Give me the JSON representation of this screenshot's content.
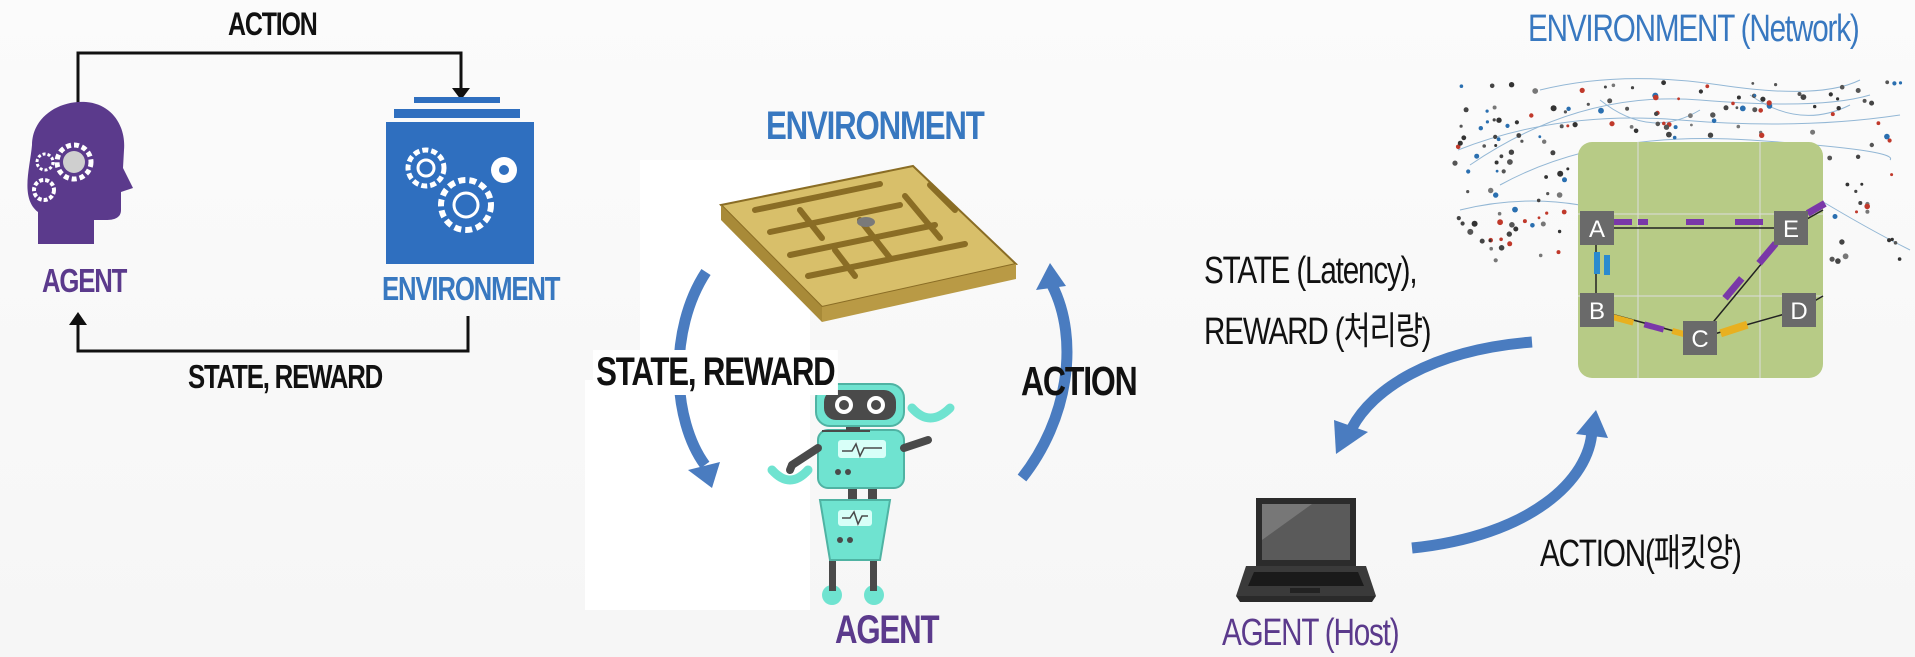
{
  "panel1": {
    "action_label": "ACTION",
    "state_reward_label": "STATE, REWARD",
    "agent_label": "AGENT",
    "environment_label": "ENVIRONMENT"
  },
  "panel2": {
    "environment_label": "ENVIRONMENT",
    "state_reward_label": "STATE, REWARD",
    "action_label": "ACTION",
    "agent_label": "AGENT"
  },
  "panel3": {
    "environment_label": "ENVIRONMENT (Network)",
    "state_label": "STATE (Latency),",
    "reward_label": "REWARD (처리량)",
    "action_label": "ACTION(패킷양)",
    "agent_label": "AGENT (Host)",
    "nodes": [
      "A",
      "E",
      "B",
      "C",
      "D"
    ]
  },
  "colors": {
    "accent_blue": "#3878c0",
    "agent_purple": "#5b3a8c",
    "network_green": "#b7cb86",
    "robot_teal": "#6fe3d0"
  }
}
